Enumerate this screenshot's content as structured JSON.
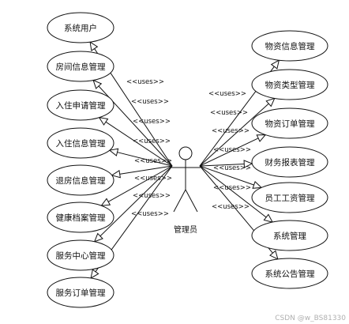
{
  "actor": {
    "label": "管理员"
  },
  "relation_label": "<<uses>>",
  "left_use_cases": [
    "系统用户",
    "房间信息管理",
    "入住申请管理",
    "入住信息管理",
    "退房信息管理",
    "健康档案管理",
    "服务中心管理",
    "服务订单管理"
  ],
  "right_use_cases": [
    "物资信息管理",
    "物资类型管理",
    "物资订单管理",
    "财务报表管理",
    "员工工资管理",
    "系统管理",
    "系统公告管理"
  ],
  "watermark": "CSDN @w_BS81330"
}
